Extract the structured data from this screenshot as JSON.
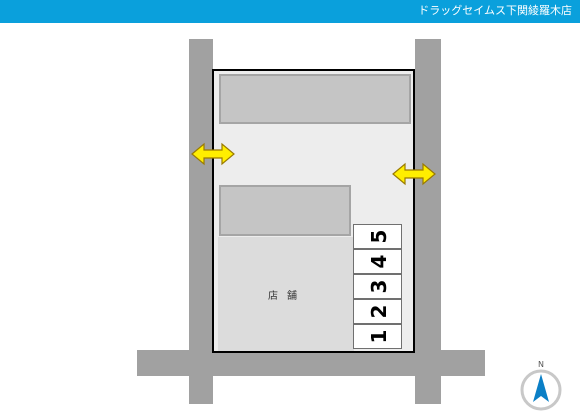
{
  "header": {
    "title": "ドラッグセイムス下関綾羅木店"
  },
  "map": {
    "store_label": "店舗",
    "parking_spaces": [
      "5",
      "4",
      "3",
      "2",
      "1"
    ],
    "compass_label": "N"
  },
  "colors": {
    "header": "#0aa0dc",
    "road": "#a1a1a1",
    "lot": "#ededed",
    "arrow_fill": "#ffee00",
    "arrow_stroke": "#9a7a00",
    "compass": "#0b7fc6"
  },
  "icons": {
    "entrance": "double-arrow-icon",
    "compass": "north-arrow-icon"
  }
}
